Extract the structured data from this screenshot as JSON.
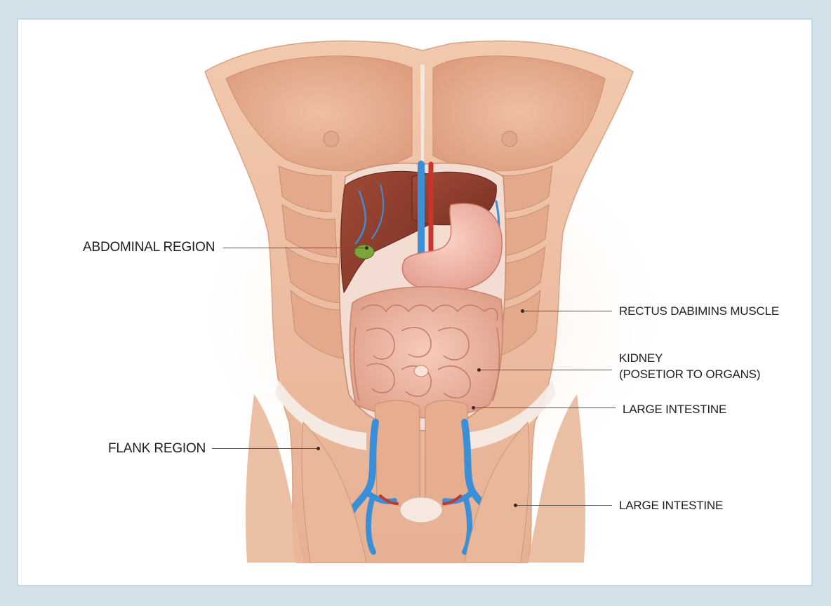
{
  "labels": {
    "abdominal_region": "ABDOMINAL REGION",
    "rectus_muscle": "RECTUS DABIMINS MUSCLE",
    "kidney_line1": "KIDNEY",
    "kidney_line2": "(POSETIOR TO ORGANS)",
    "large_intestine_1": "LARGE INTESTINE",
    "flank_region": "FLANK REGION",
    "large_intestine_2": "LARGE INTESTINE"
  },
  "colors": {
    "page_background": "#d3e2ea",
    "frame_border": "#c4d8e3",
    "muscle": "#e8b394",
    "muscle_shadow": "#cf8f70",
    "liver": "#8c3b2c",
    "stomach": "#f0b3a6",
    "intestine": "#eab19f",
    "vein": "#3b8fd6",
    "artery": "#c8352c",
    "gallbladder": "#7da43a",
    "leader_line": "#555555"
  }
}
